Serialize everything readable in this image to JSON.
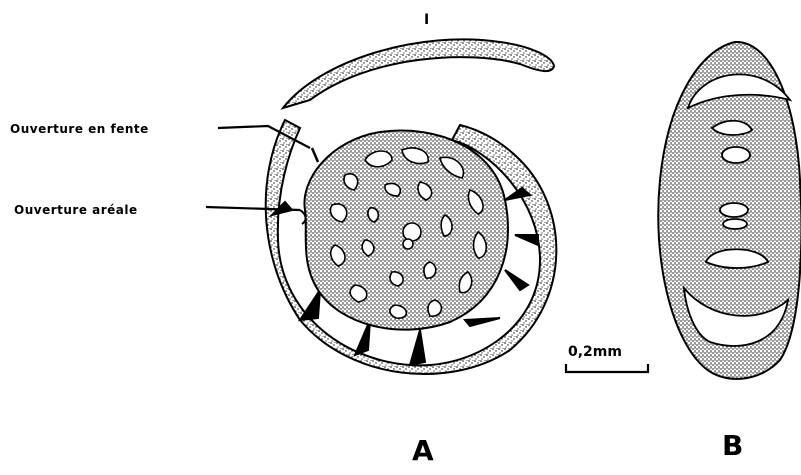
{
  "figure": {
    "top_mark": "I",
    "callouts": {
      "slit_aperture": "Ouverture en fente",
      "areal_aperture": "Ouverture aréale"
    },
    "scale_bar": {
      "label": "0,2mm"
    },
    "panels": {
      "a": "A",
      "b": "B"
    },
    "colors": {
      "ink": "#000000",
      "stipple": "#1a1a1a",
      "paper": "#ffffff"
    }
  }
}
